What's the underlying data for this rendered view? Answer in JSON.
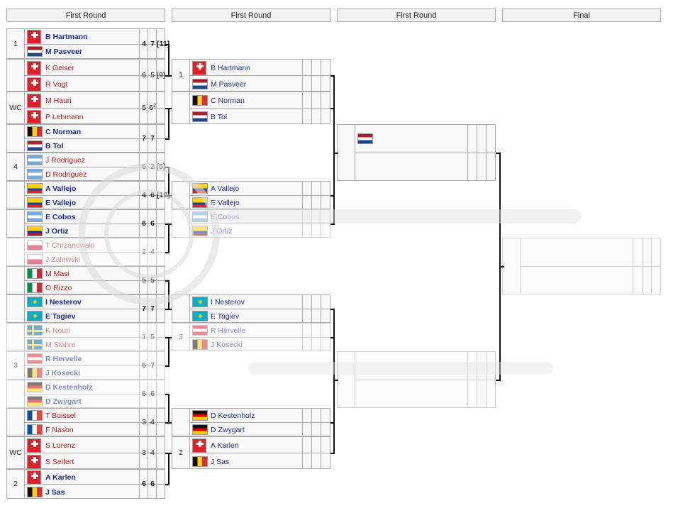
{
  "headers": [
    "First Round",
    "First Round",
    "First Round",
    "Final"
  ],
  "colors": {
    "border": "#aaaaaa",
    "winner_text": "#1b2a8a",
    "loser_text": "#b01e1e",
    "cell_bg": "#f8f8f8"
  },
  "round1": [
    {
      "seed": "1",
      "players": [
        {
          "name": "B Hartmann",
          "flag": "swiss-flag",
          "win": true,
          "scores": [
            "4",
            "7",
            "[11]"
          ]
        },
        {
          "name": "M Pasveer",
          "flag": "netherlands-flag",
          "win": true,
          "scores": []
        }
      ]
    },
    {
      "seed": "",
      "players": [
        {
          "name": "K Geiser",
          "flag": "swiss-flag",
          "win": false,
          "scores": [
            "6",
            "5",
            "[9]"
          ]
        },
        {
          "name": "R Vogt",
          "flag": "swiss-flag",
          "win": false,
          "scores": []
        }
      ]
    },
    {
      "seed": "WC",
      "players": [
        {
          "name": "M Hauri",
          "flag": "swiss-flag",
          "win": false,
          "scores": [
            "5",
            "6",
            ""
          ],
          "sup": "2"
        },
        {
          "name": "P Lehmann",
          "flag": "swiss-flag",
          "win": false,
          "scores": []
        }
      ]
    },
    {
      "seed": "",
      "players": [
        {
          "name": "C Norman",
          "flag": "belgium-flag",
          "win": true,
          "scores": [
            "7",
            "7",
            ""
          ]
        },
        {
          "name": "B Tol",
          "flag": "netherlands-flag",
          "win": true,
          "scores": []
        }
      ]
    },
    {
      "seed": "4",
      "players": [
        {
          "name": "J Rodriguez",
          "flag": "argentina-flag",
          "win": false,
          "scores": [
            "6",
            "2",
            "[5]"
          ]
        },
        {
          "name": "D Rodriguez",
          "flag": "argentina-flag",
          "win": false,
          "scores": []
        }
      ]
    },
    {
      "seed": "",
      "players": [
        {
          "name": "A Vallejo",
          "flag": "ecuador-flag",
          "win": true,
          "scores": [
            "4",
            "6",
            "[10]"
          ]
        },
        {
          "name": "E Vallejo",
          "flag": "ecuador-flag",
          "win": true,
          "scores": []
        }
      ]
    },
    {
      "seed": "",
      "players": [
        {
          "name": "E Cobos",
          "flag": "argentina-flag",
          "win": true,
          "scores": [
            "6",
            "6",
            ""
          ]
        },
        {
          "name": "J Ortiz",
          "flag": "colombia-flag",
          "win": true,
          "scores": []
        }
      ]
    },
    {
      "seed": "",
      "players": [
        {
          "name": "T Chrzanowski",
          "flag": "poland-flag",
          "win": false,
          "scores": [
            "2",
            "4",
            ""
          ]
        },
        {
          "name": "J Zalewski",
          "flag": "poland-flag",
          "win": false,
          "scores": []
        }
      ]
    },
    {
      "seed": "",
      "players": [
        {
          "name": "M Masi",
          "flag": "italy-flag",
          "win": false,
          "scores": [
            "5",
            "5",
            ""
          ]
        },
        {
          "name": "O Rizzo",
          "flag": "italy-flag",
          "win": false,
          "scores": []
        }
      ]
    },
    {
      "seed": "",
      "players": [
        {
          "name": "I Nesterov",
          "flag": "kazakhstan-flag",
          "win": true,
          "scores": [
            "7",
            "7",
            ""
          ]
        },
        {
          "name": "E Tagiev",
          "flag": "kazakhstan-flag",
          "win": true,
          "scores": []
        }
      ]
    },
    {
      "seed": "",
      "players": [
        {
          "name": "K Nouri",
          "flag": "sweden-flag",
          "win": false,
          "scores": [
            "1",
            "5",
            ""
          ]
        },
        {
          "name": "M Stahre",
          "flag": "sweden-flag",
          "win": false,
          "scores": []
        }
      ]
    },
    {
      "seed": "3",
      "players": [
        {
          "name": "R Hervelle",
          "flag": "austria-flag",
          "win": true,
          "scores": [
            "6",
            "7",
            ""
          ]
        },
        {
          "name": "J Kosecki",
          "flag": "belgium-flag",
          "win": true,
          "scores": []
        }
      ]
    },
    {
      "seed": "",
      "players": [
        {
          "name": "D Kestenholz",
          "flag": "germany-flag",
          "win": true,
          "scores": [
            "6",
            "6",
            ""
          ]
        },
        {
          "name": "D Zwygart",
          "flag": "germany-flag",
          "win": true,
          "scores": []
        }
      ]
    },
    {
      "seed": "",
      "players": [
        {
          "name": "T Boissel",
          "flag": "france-flag",
          "win": false,
          "scores": [
            "3",
            "4",
            ""
          ]
        },
        {
          "name": "F Nason",
          "flag": "france-flag",
          "win": false,
          "scores": []
        }
      ]
    },
    {
      "seed": "WC",
      "players": [
        {
          "name": "S Lorenz",
          "flag": "swiss-flag",
          "win": false,
          "scores": [
            "3",
            "4",
            ""
          ]
        },
        {
          "name": "S Seifert",
          "flag": "swiss-flag",
          "win": false,
          "scores": []
        }
      ]
    },
    {
      "seed": "2",
      "players": [
        {
          "name": "A Karlen",
          "flag": "swiss-flag",
          "win": true,
          "scores": [
            "6",
            "6",
            ""
          ]
        },
        {
          "name": "J Sas",
          "flag": "belgium-flag",
          "win": true,
          "scores": []
        }
      ]
    }
  ],
  "round2": [
    {
      "seed": "1",
      "players": [
        {
          "name": "B Hartmann",
          "flag": "swiss-flag"
        },
        {
          "name": "M Pasveer",
          "flag": "netherlands-flag"
        }
      ]
    },
    {
      "seed": "",
      "players": [
        {
          "name": "C Norman",
          "flag": "belgium-flag"
        },
        {
          "name": "B Tol",
          "flag": "netherlands-flag"
        }
      ]
    },
    {
      "seed": "",
      "players": [
        {
          "name": "A Vallejo",
          "flag": "ecuador-flag"
        },
        {
          "name": "E Vallejo",
          "flag": "ecuador-flag"
        }
      ]
    },
    {
      "seed": "",
      "players": [
        {
          "name": "E Cobos",
          "flag": "argentina-flag"
        },
        {
          "name": "J Ortiz",
          "flag": "colombia-flag"
        }
      ]
    },
    {
      "seed": "",
      "players": [
        {
          "name": "I Nesterov",
          "flag": "kazakhstan-flag"
        },
        {
          "name": "E Tagiev",
          "flag": "kazakhstan-flag"
        }
      ]
    },
    {
      "seed": "3",
      "players": [
        {
          "name": "R Hervelle",
          "flag": "austria-flag"
        },
        {
          "name": "J Kosecki",
          "flag": "belgium-flag"
        }
      ]
    },
    {
      "seed": "",
      "players": [
        {
          "name": "D Kestenholz",
          "flag": "germany-flag"
        },
        {
          "name": "D Zwygart",
          "flag": "germany-flag"
        }
      ]
    },
    {
      "seed": "2",
      "players": [
        {
          "name": "A Karlen",
          "flag": "swiss-flag"
        },
        {
          "name": "J Sas",
          "flag": "belgium-flag"
        }
      ]
    }
  ],
  "semis": [
    {
      "players": [
        {
          "name": "",
          "flag": "netherlands-flag"
        },
        {
          "name": "",
          "flag": ""
        }
      ]
    },
    {
      "players": [
        {
          "name": "",
          "flag": ""
        },
        {
          "name": "",
          "flag": ""
        }
      ]
    }
  ],
  "final": {
    "players": [
      {
        "name": "",
        "flag": ""
      },
      {
        "name": "",
        "flag": ""
      }
    ]
  }
}
